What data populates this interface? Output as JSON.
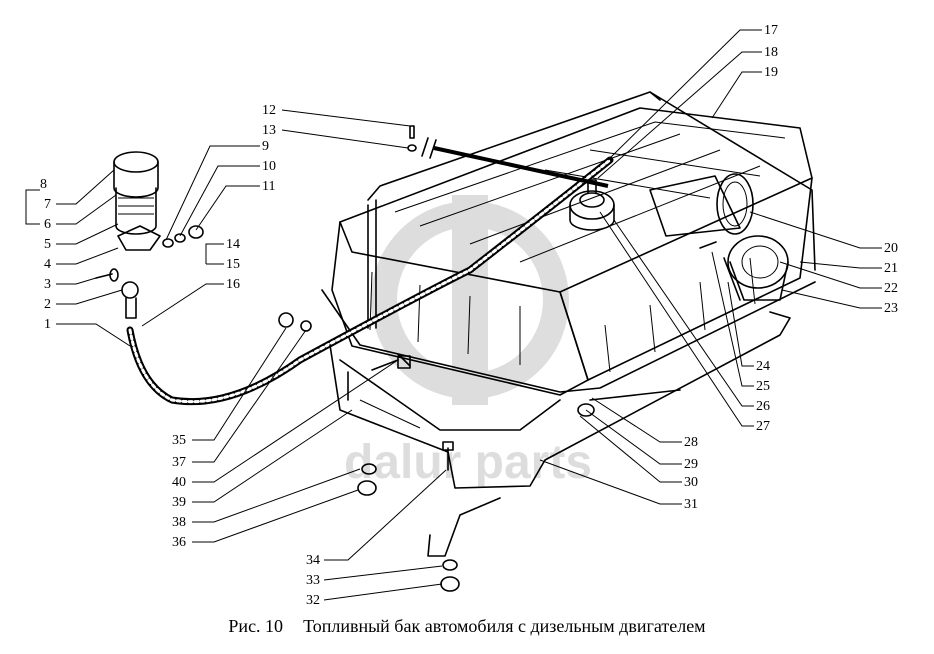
{
  "watermark": "dalur parts",
  "caption": {
    "figure": "Рис. 10",
    "title": "Топливный бак автомобиля с дизельным двигателем"
  },
  "callouts": [
    "1",
    "2",
    "3",
    "4",
    "5",
    "6",
    "7",
    "8",
    "9",
    "10",
    "11",
    "12",
    "13",
    "14",
    "15",
    "16",
    "17",
    "18",
    "19",
    "20",
    "21",
    "22",
    "23",
    "24",
    "25",
    "26",
    "27",
    "28",
    "29",
    "30",
    "31",
    "32",
    "33",
    "34",
    "35",
    "36",
    "37",
    "38",
    "39",
    "40"
  ]
}
